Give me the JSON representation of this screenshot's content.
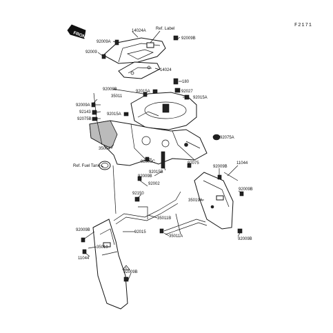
{
  "ref_code": "F2171",
  "front_label": "FRONT",
  "labels": {
    "l_14024A": "14024A",
    "l_reflabel": "Ref. Label",
    "l_92009B_a": "92009B",
    "l_92009A_a": "92009A",
    "l_92009_a": "92009",
    "l_14024": "14024",
    "l_180": "180",
    "l_92009B_b": "92009B",
    "l_92015A_a": "92015A",
    "l_92027": "92027",
    "l_35011": "35011",
    "l_92015A_b": "92015A",
    "l_92009A_b": "92009A",
    "l_92143": "92143",
    "l_92015A_c": "92015A",
    "l_92075B": "92075B",
    "l_92075A": "92075A",
    "l_35004": "35004",
    "l_92009C": "92009C",
    "l_reffueltank": "Ref. Fuel Tank",
    "l_92015B": "92015B",
    "l_92009B_c": "92009B",
    "l_92075": "92075",
    "l_92009B_d": "92009B",
    "l_11044_a": "11044",
    "l_92002": "92002",
    "l_92150": "92150",
    "l_92009B_e": "92009B",
    "l_35019A": "35019A",
    "l_35011B": "35011B",
    "l_92015": "92015",
    "l_92009B_f": "92009B",
    "l_35011A": "35011A",
    "l_92009B_g": "92009B",
    "l_35019": "35019",
    "l_11044_b": "11044",
    "l_92009B_h": "92009B",
    "l_A_mark": "A"
  }
}
